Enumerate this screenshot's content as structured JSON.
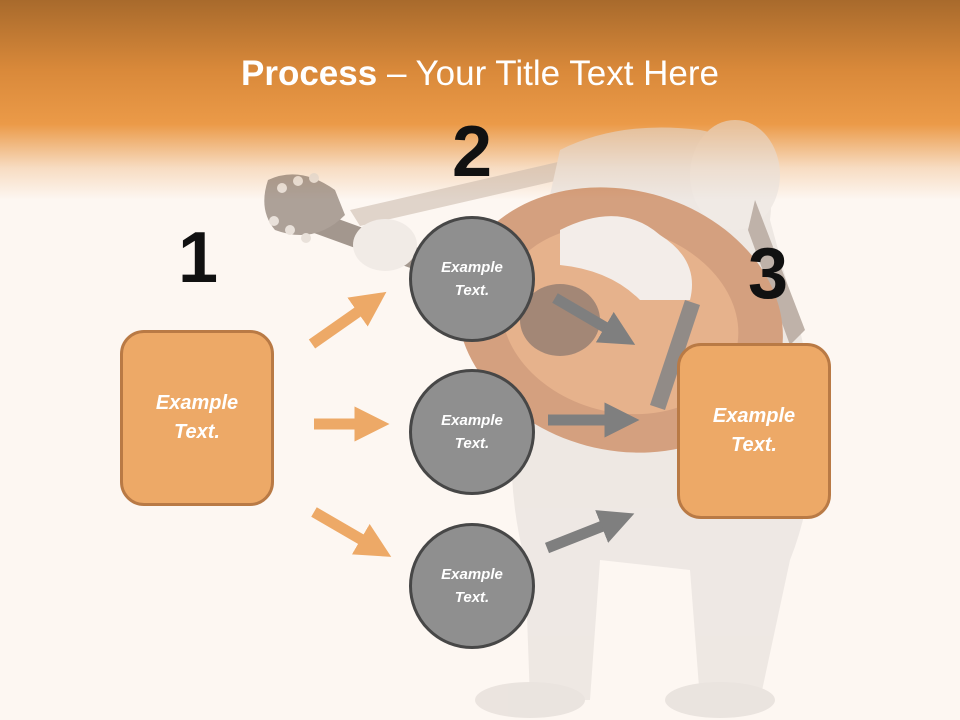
{
  "title": {
    "bold": "Process",
    "rest": " – Your Title Text Here"
  },
  "steps": [
    {
      "number": "1",
      "text": "Example Text."
    },
    {
      "number": "2",
      "items": [
        "Example Text.",
        "Example Text.",
        "Example Text."
      ]
    },
    {
      "number": "3",
      "text": "Example Text."
    }
  ],
  "colors": {
    "orange_box": "#eda967",
    "orange_border": "#b97a45",
    "gray_circle": "#8f8f8f",
    "gray_border": "#474747",
    "orange_arrow": "#eda967",
    "gray_arrow": "#7f7f7f"
  }
}
